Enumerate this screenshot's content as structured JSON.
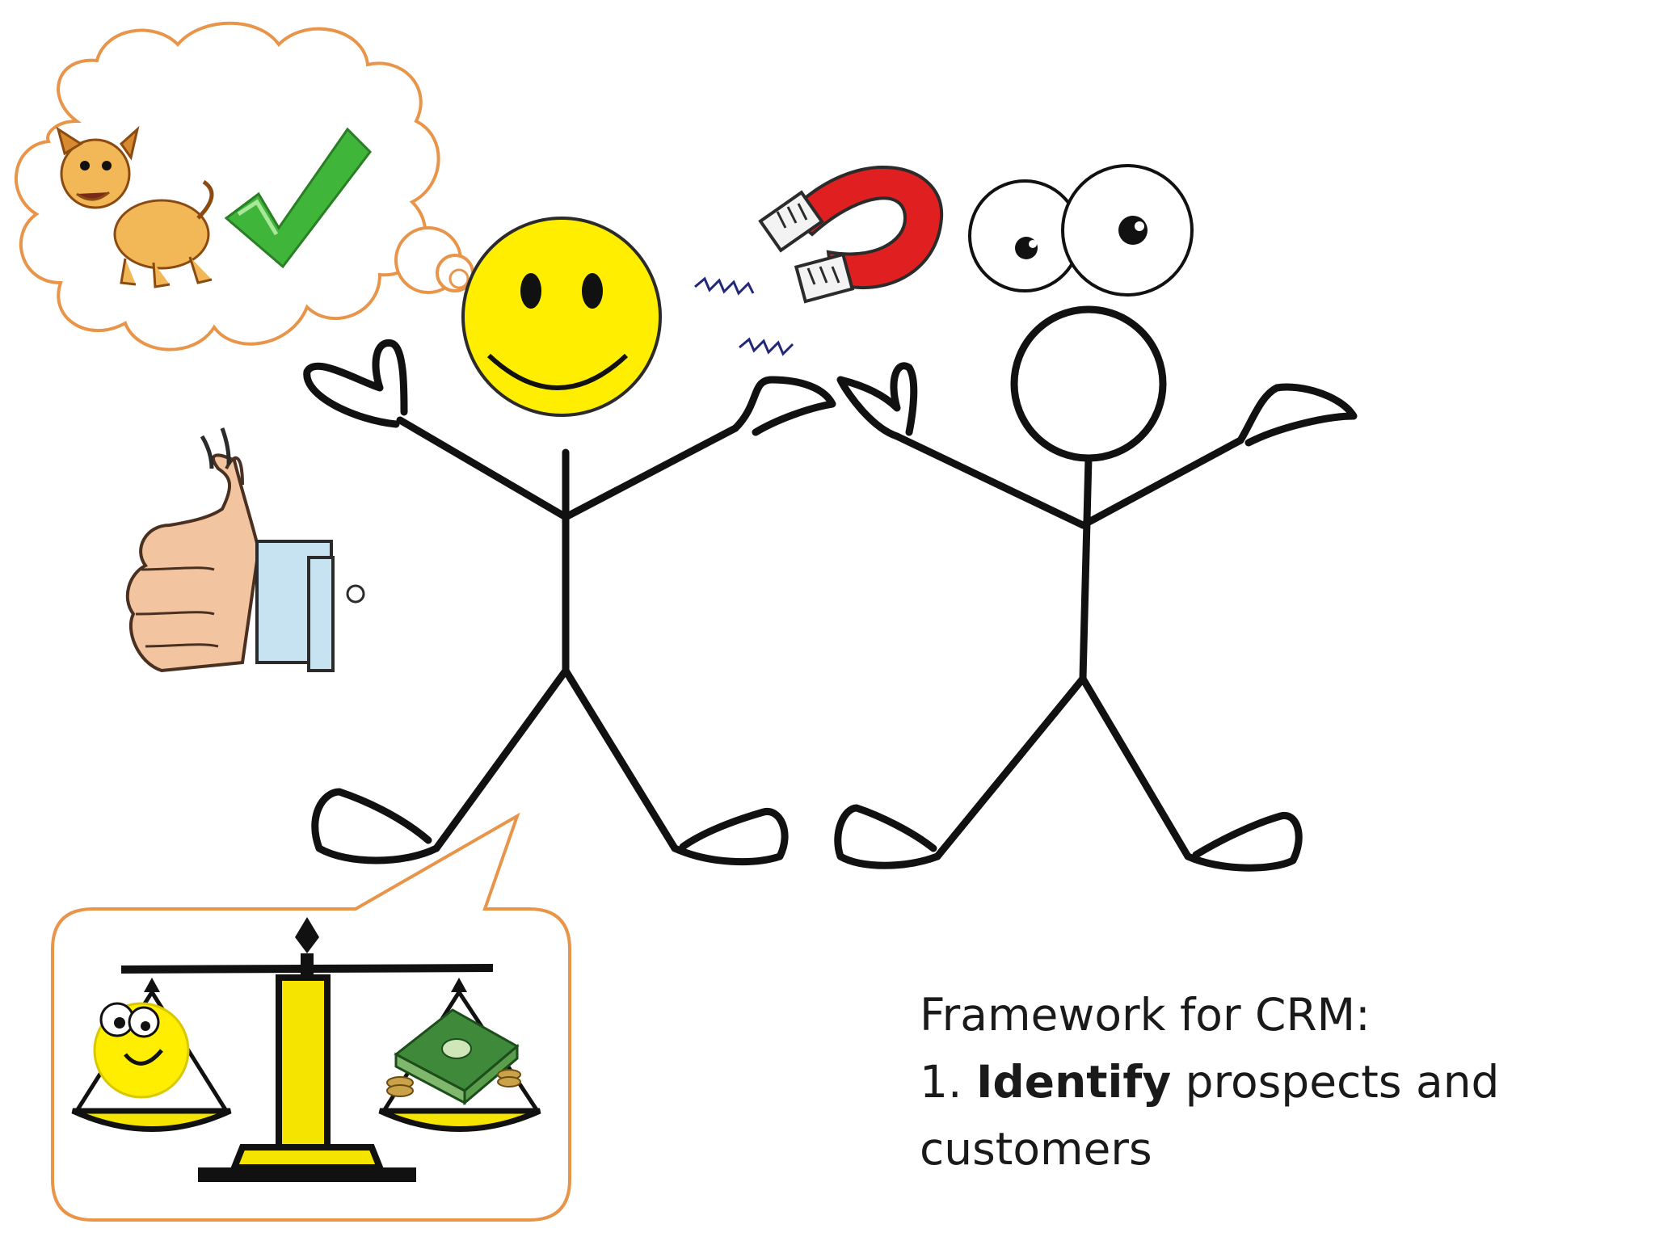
{
  "slide": {
    "caption": {
      "title": "Framework for CRM:",
      "step_number": "1.",
      "step_keyword": "Identify",
      "step_rest_line1": "prospects and",
      "step_rest_line2": "customers"
    },
    "icons": [
      "thought-cloud-icon",
      "dog-icon",
      "checkmark-icon",
      "thumbs-up-icon",
      "magnet-icon",
      "smiley-face-icon",
      "googly-eyes-icon",
      "stick-figure-icon",
      "speech-bubble-icon",
      "balance-scale-icon",
      "money-stack-icon"
    ],
    "colors": {
      "bubble_outline": "#e8954a",
      "smiley_yellow": "#ffee00",
      "check_green": "#3fb53a",
      "magnet_red": "#e02020",
      "scale_yellow": "#f5e400",
      "money_green": "#3f8a3a",
      "ink": "#111111"
    }
  }
}
